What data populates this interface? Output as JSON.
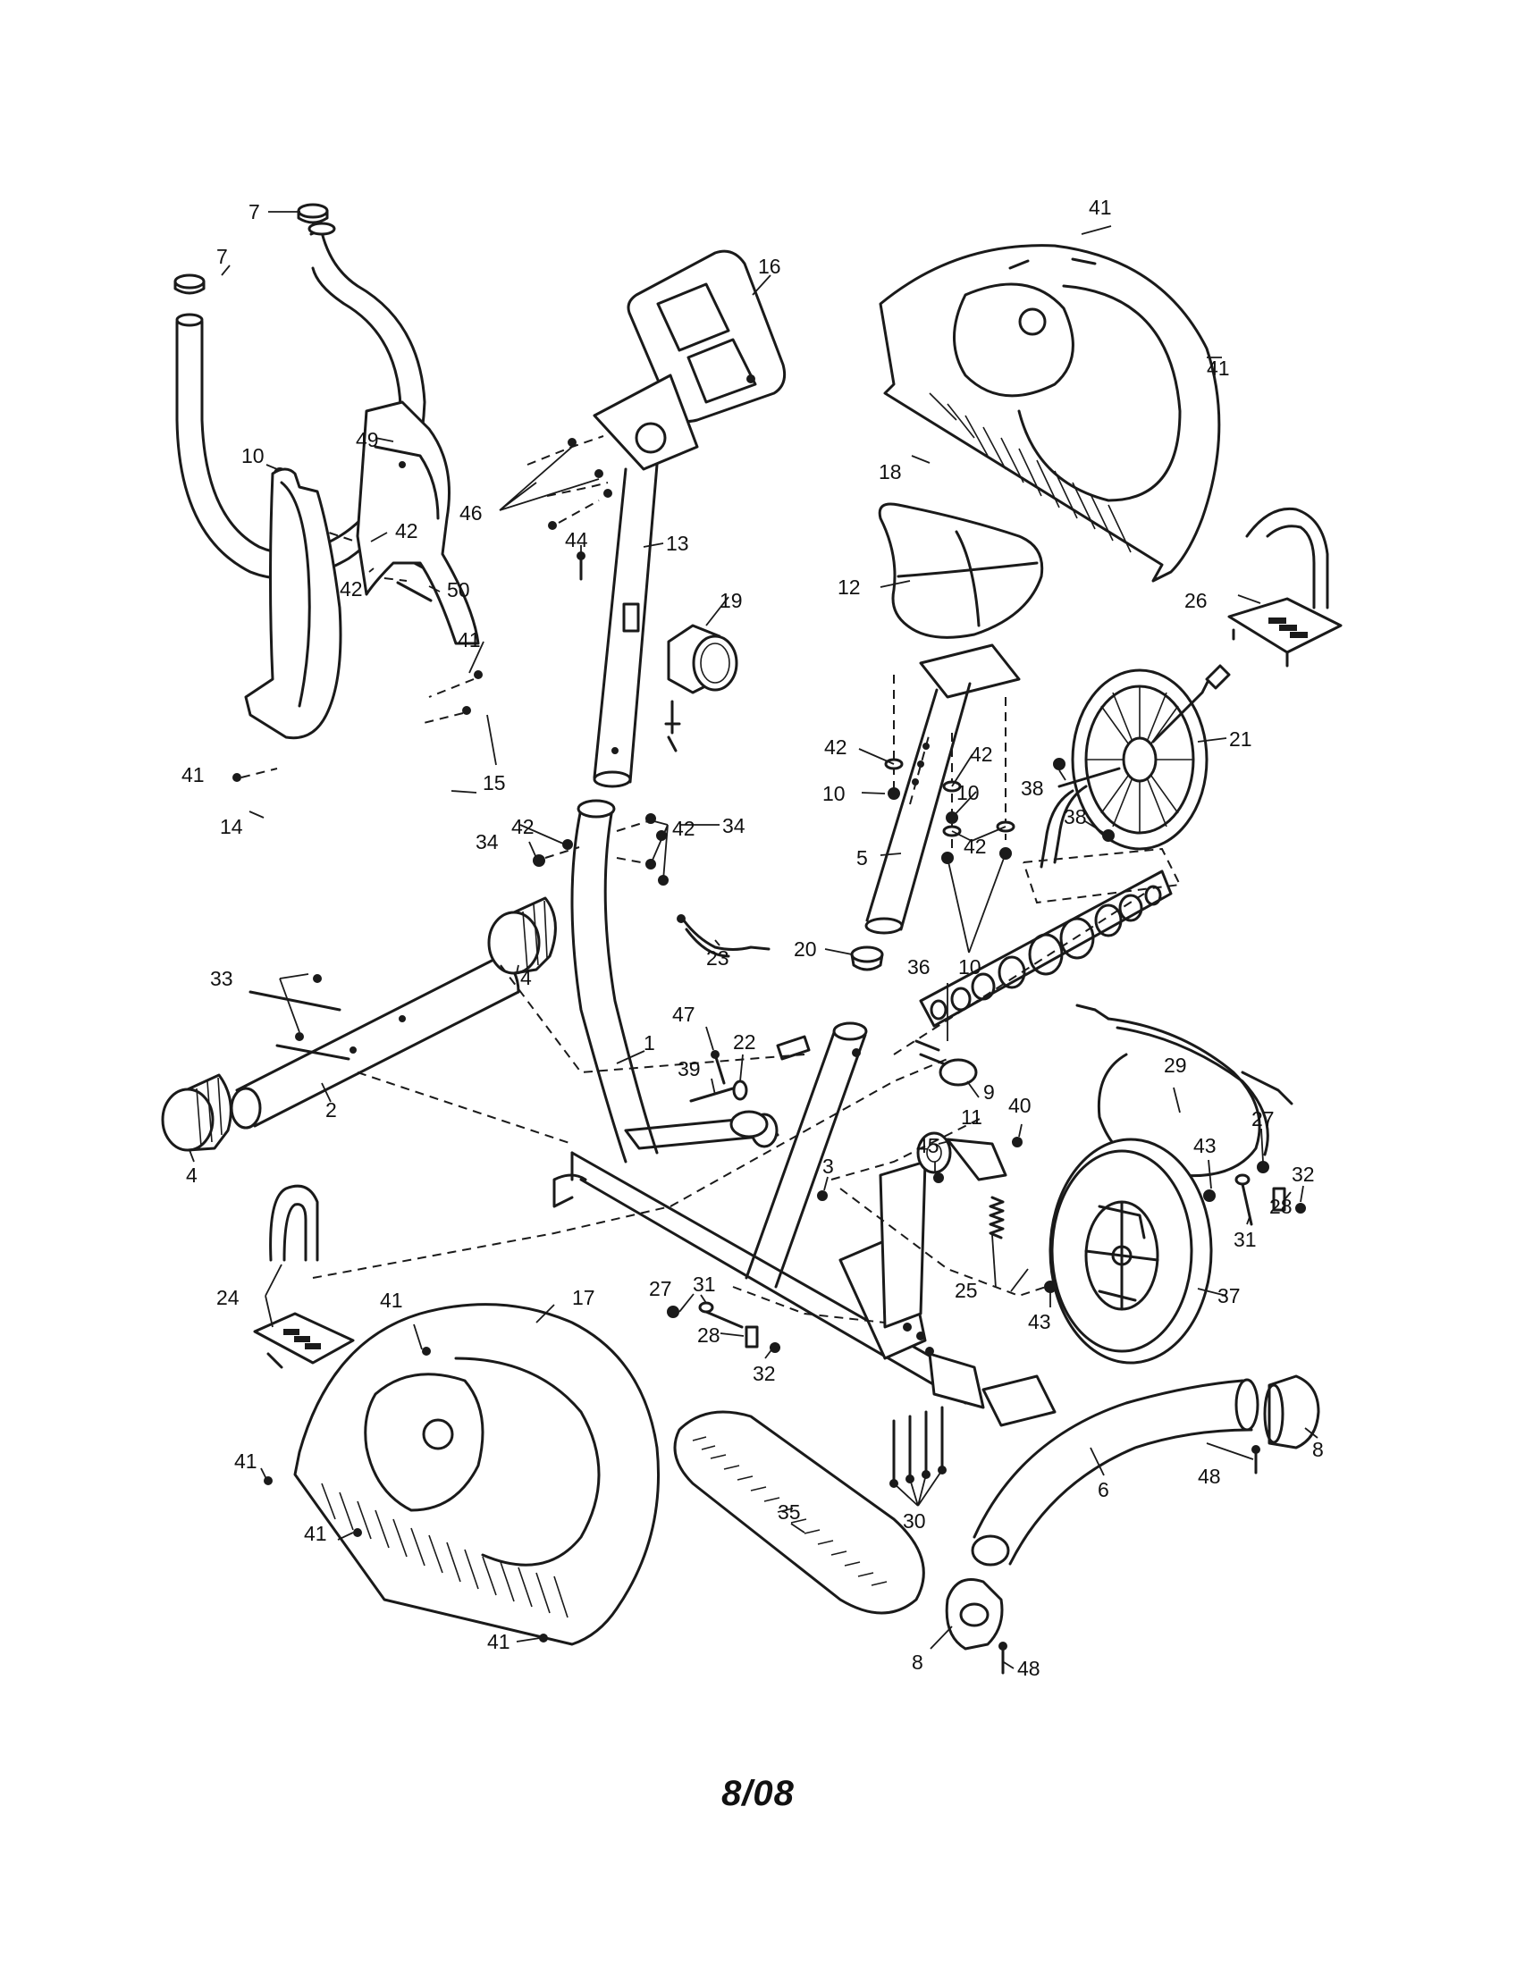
{
  "diagram": {
    "footer_date": "8/08",
    "callouts": [
      {
        "id": "c1",
        "text": "1"
      },
      {
        "id": "c2",
        "text": "2"
      },
      {
        "id": "c3",
        "text": "3"
      },
      {
        "id": "c4a",
        "text": "4"
      },
      {
        "id": "c4b",
        "text": "4"
      },
      {
        "id": "c5",
        "text": "5"
      },
      {
        "id": "c6",
        "text": "6"
      },
      {
        "id": "c7a",
        "text": "7"
      },
      {
        "id": "c7b",
        "text": "7"
      },
      {
        "id": "c8a",
        "text": "8"
      },
      {
        "id": "c8b",
        "text": "8"
      },
      {
        "id": "c9",
        "text": "9"
      },
      {
        "id": "c10a",
        "text": "10"
      },
      {
        "id": "c10b",
        "text": "10"
      },
      {
        "id": "c10c",
        "text": "10"
      },
      {
        "id": "c10d",
        "text": "10"
      },
      {
        "id": "c11",
        "text": "11"
      },
      {
        "id": "c12",
        "text": "12"
      },
      {
        "id": "c13",
        "text": "13"
      },
      {
        "id": "c14",
        "text": "14"
      },
      {
        "id": "c15",
        "text": "15"
      },
      {
        "id": "c16",
        "text": "16"
      },
      {
        "id": "c17",
        "text": "17"
      },
      {
        "id": "c18",
        "text": "18"
      },
      {
        "id": "c19",
        "text": "19"
      },
      {
        "id": "c20",
        "text": "20"
      },
      {
        "id": "c21",
        "text": "21"
      },
      {
        "id": "c22",
        "text": "22"
      },
      {
        "id": "c23",
        "text": "23"
      },
      {
        "id": "c24",
        "text": "24"
      },
      {
        "id": "c25",
        "text": "25"
      },
      {
        "id": "c26",
        "text": "26"
      },
      {
        "id": "c27a",
        "text": "27"
      },
      {
        "id": "c27b",
        "text": "27"
      },
      {
        "id": "c28a",
        "text": "28"
      },
      {
        "id": "c28b",
        "text": "28"
      },
      {
        "id": "c29",
        "text": "29"
      },
      {
        "id": "c30",
        "text": "30"
      },
      {
        "id": "c31a",
        "text": "31"
      },
      {
        "id": "c31b",
        "text": "31"
      },
      {
        "id": "c32a",
        "text": "32"
      },
      {
        "id": "c32b",
        "text": "32"
      },
      {
        "id": "c33",
        "text": "33"
      },
      {
        "id": "c34a",
        "text": "34"
      },
      {
        "id": "c34b",
        "text": "34"
      },
      {
        "id": "c35",
        "text": "35"
      },
      {
        "id": "c36",
        "text": "36"
      },
      {
        "id": "c37",
        "text": "37"
      },
      {
        "id": "c38a",
        "text": "38"
      },
      {
        "id": "c38b",
        "text": "38"
      },
      {
        "id": "c39",
        "text": "39"
      },
      {
        "id": "c40",
        "text": "40"
      },
      {
        "id": "c41a",
        "text": "41"
      },
      {
        "id": "c41b",
        "text": "41"
      },
      {
        "id": "c41c",
        "text": "41"
      },
      {
        "id": "c41d",
        "text": "41"
      },
      {
        "id": "c41e",
        "text": "41"
      },
      {
        "id": "c41f",
        "text": "41"
      },
      {
        "id": "c41g",
        "text": "41"
      },
      {
        "id": "c41h",
        "text": "41"
      },
      {
        "id": "c42a",
        "text": "42"
      },
      {
        "id": "c42b",
        "text": "42"
      },
      {
        "id": "c42c",
        "text": "42"
      },
      {
        "id": "c42d",
        "text": "42"
      },
      {
        "id": "c42e",
        "text": "42"
      },
      {
        "id": "c42f",
        "text": "42"
      },
      {
        "id": "c42g",
        "text": "42"
      },
      {
        "id": "c43a",
        "text": "43"
      },
      {
        "id": "c43b",
        "text": "43"
      },
      {
        "id": "c44",
        "text": "44"
      },
      {
        "id": "c45",
        "text": "45"
      },
      {
        "id": "c46",
        "text": "46"
      },
      {
        "id": "c47",
        "text": "47"
      },
      {
        "id": "c48a",
        "text": "48"
      },
      {
        "id": "c48b",
        "text": "48"
      },
      {
        "id": "c49",
        "text": "49"
      },
      {
        "id": "c50",
        "text": "50"
      }
    ]
  }
}
